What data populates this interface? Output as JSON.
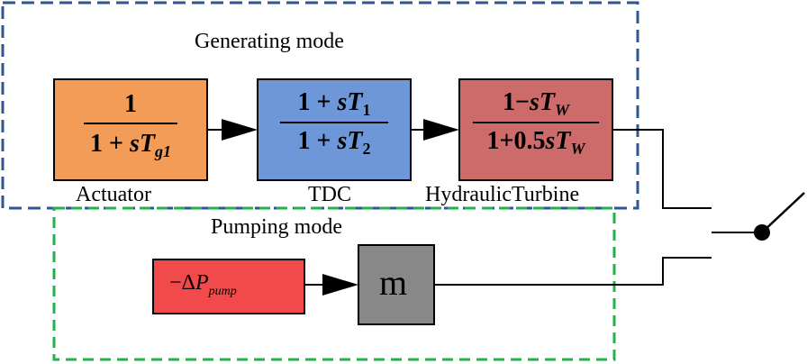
{
  "modes": {
    "generating": "Generating mode",
    "pumping": "Pumping mode"
  },
  "blocks": {
    "actuator": {
      "label": "Actuator",
      "num": "1",
      "den_pre": "1 + ",
      "den_s": "sT",
      "den_sub": "g1",
      "color": "#f39c58"
    },
    "tdc": {
      "label": "TDC",
      "num_pre": "1 + ",
      "num_s": "sT",
      "num_sub": "1",
      "den_pre": "1 + ",
      "den_s": "sT",
      "den_sub": "2",
      "color": "#6d97d8"
    },
    "turbine": {
      "label": "HydraulicTurbine",
      "num_pre": "1−",
      "num_s": "sT",
      "num_sub": "W",
      "den_pre": "1+0.5",
      "den_s": "sT",
      "den_sub": "W",
      "color": "#cd6b6b"
    },
    "pump": {
      "pre": "−Δ",
      "sym": "P",
      "sub": "pump",
      "color": "#f24a4a"
    },
    "m": {
      "text": "m",
      "color": "#888888"
    }
  },
  "colors": {
    "generating_border": "#2f5597",
    "pumping_border": "#21b24a"
  }
}
